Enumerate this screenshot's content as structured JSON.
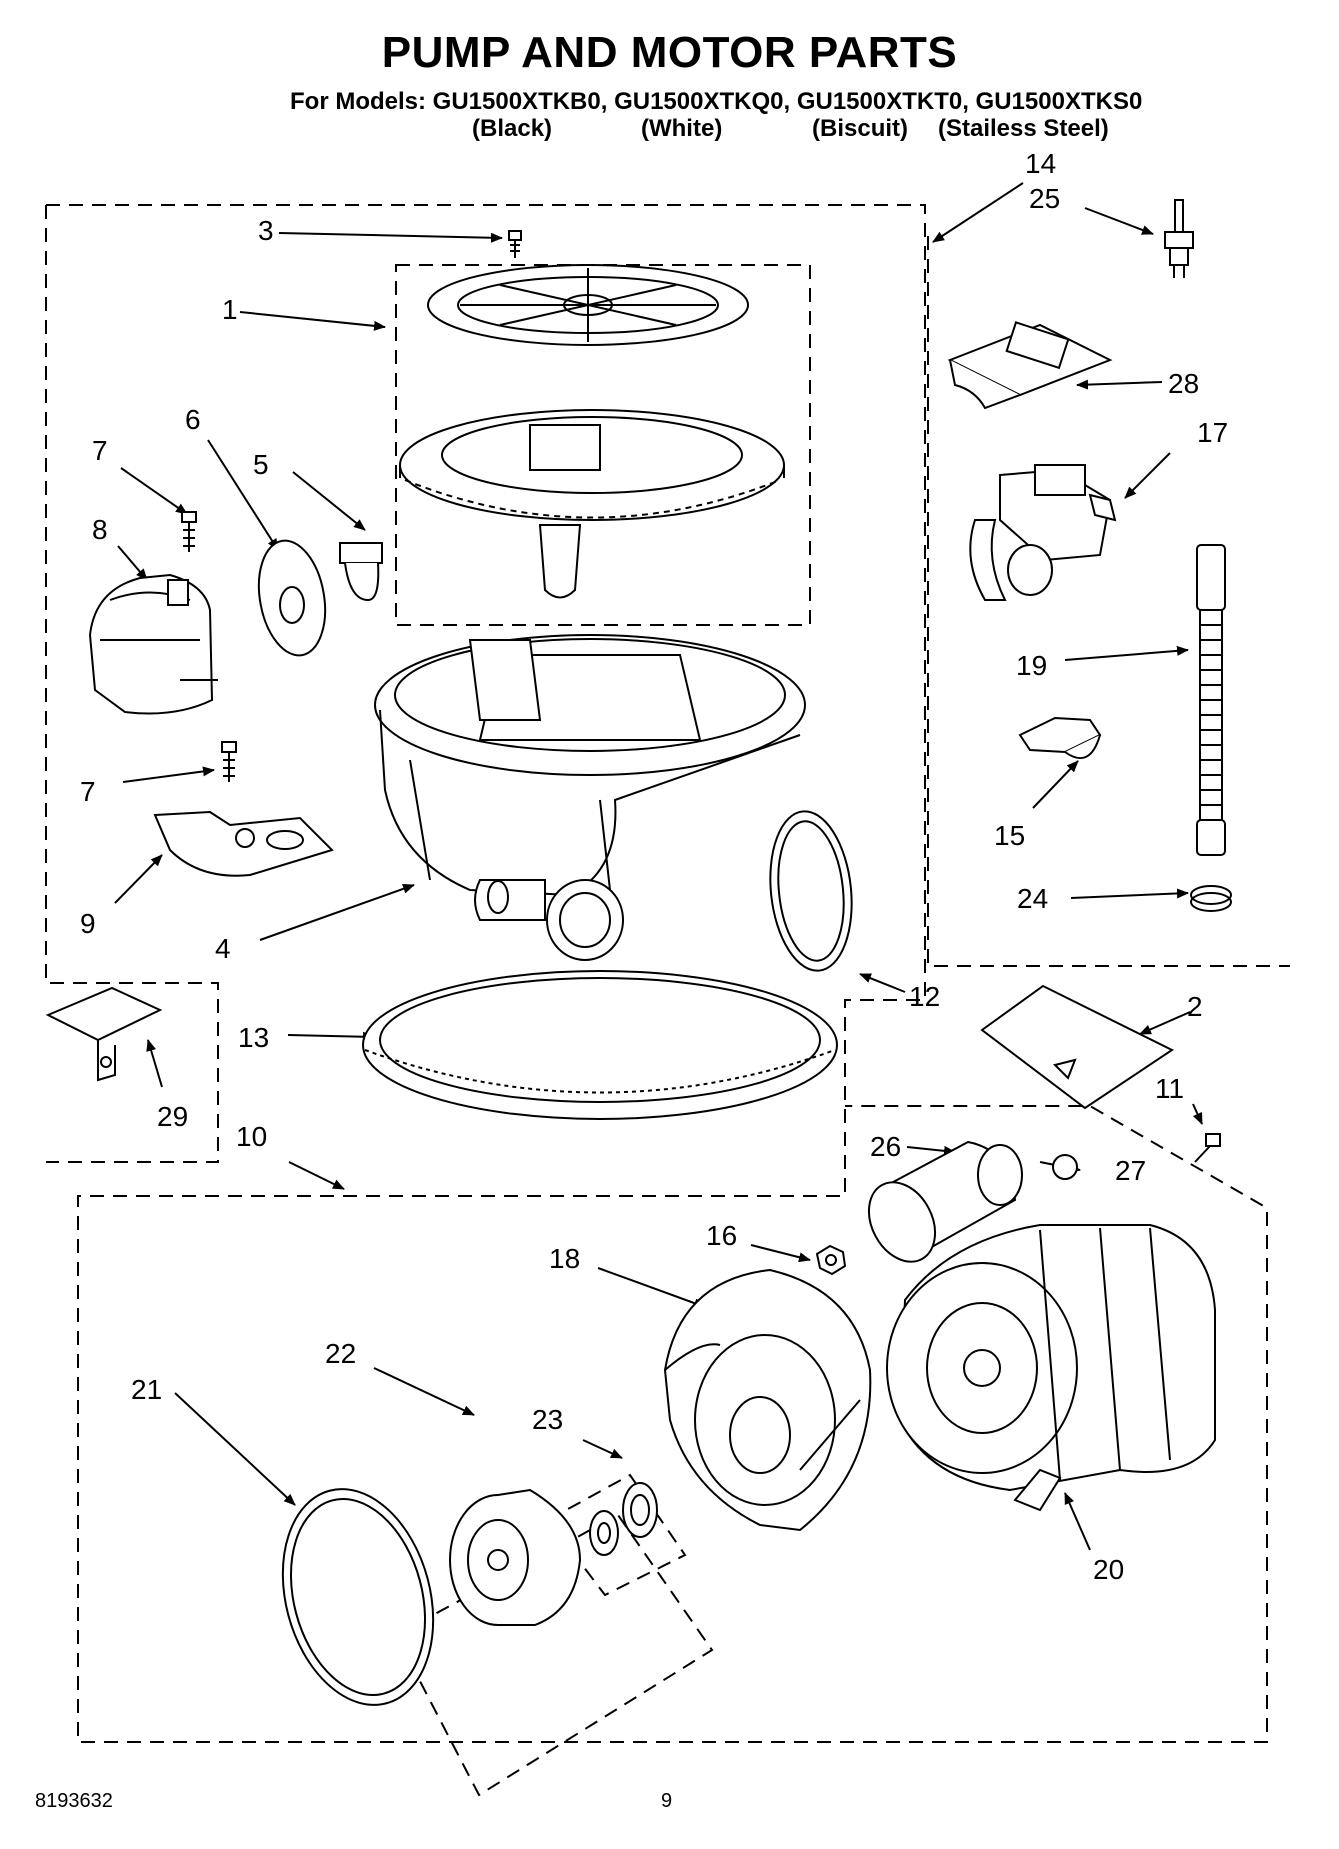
{
  "header": {
    "title": "PUMP AND MOTOR PARTS",
    "models_line": "For Models: GU1500XTKB0, GU1500XTKQ0, GU1500XTKT0, GU1500XTKS0",
    "colors": [
      "(Black)",
      "(White)",
      "(Biscuit)",
      "(Stailess Steel)"
    ]
  },
  "callouts": {
    "c1": "1",
    "c2": "2",
    "c3": "3",
    "c4": "4",
    "c5": "5",
    "c6": "6",
    "c7a": "7",
    "c7b": "7",
    "c8": "8",
    "c9": "9",
    "c10": "10",
    "c11": "11",
    "c12": "12",
    "c13": "13",
    "c14": "14",
    "c15": "15",
    "c16": "16",
    "c17": "17",
    "c18": "18",
    "c19": "19",
    "c20": "20",
    "c21": "21",
    "c22": "22",
    "c23": "23",
    "c24": "24",
    "c25": "25",
    "c26": "26",
    "c27": "27",
    "c28": "28",
    "c29": "29"
  },
  "footer": {
    "doc_number": "8193632",
    "page_number": "9"
  }
}
